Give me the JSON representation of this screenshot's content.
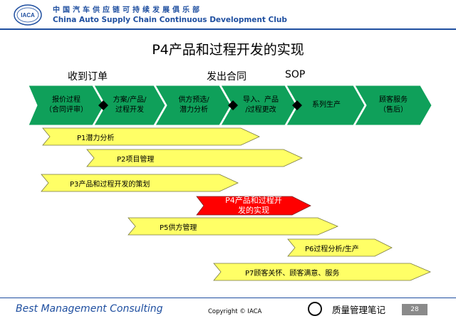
{
  "header": {
    "org_cn": "中国汽车供应链可持续发展俱乐部",
    "org_en": "China Auto Supply Chain Continuous Development Club",
    "logo_text": "IACA"
  },
  "title": "P4产品和过程开发的实现",
  "milestones": {
    "order": "收到订单",
    "contract": "发出合同",
    "sop": "SOP"
  },
  "stages": [
    {
      "line1": "报价过程",
      "line2": "（合同评审）"
    },
    {
      "line1": "方案/产品/",
      "line2": "过程开发"
    },
    {
      "line1": "供方预选/",
      "line2": "潜力分析"
    },
    {
      "line1": "导入、产品",
      "line2": "/过程更改"
    },
    {
      "line1": "系列生产",
      "line2": ""
    },
    {
      "line1": "顾客服务",
      "line2": "（售后）"
    }
  ],
  "processes": [
    {
      "label": "P1潜力分析",
      "highlight": false
    },
    {
      "label": "P2项目管理",
      "highlight": false
    },
    {
      "label": "P3产品和过程开发的策划",
      "highlight": false
    },
    {
      "label_line1": "P4产品和过程开",
      "label_line2": "发的实现",
      "highlight": true
    },
    {
      "label": "P5供方管理",
      "highlight": false
    },
    {
      "label": "P6过程分析/生产",
      "highlight": false
    },
    {
      "label": "P7顾客关怀、顾客满意、服务",
      "highlight": false
    }
  ],
  "colors": {
    "stage_green": "#0fa05a",
    "process_yellow": "#ffff66",
    "highlight_red": "#ff0000",
    "brand_blue": "#1f4fa0"
  },
  "footer": {
    "left": "Best Management Consulting",
    "copyright": "Copyright © IACA",
    "watermark": "质量管理笔记",
    "page": "28"
  }
}
